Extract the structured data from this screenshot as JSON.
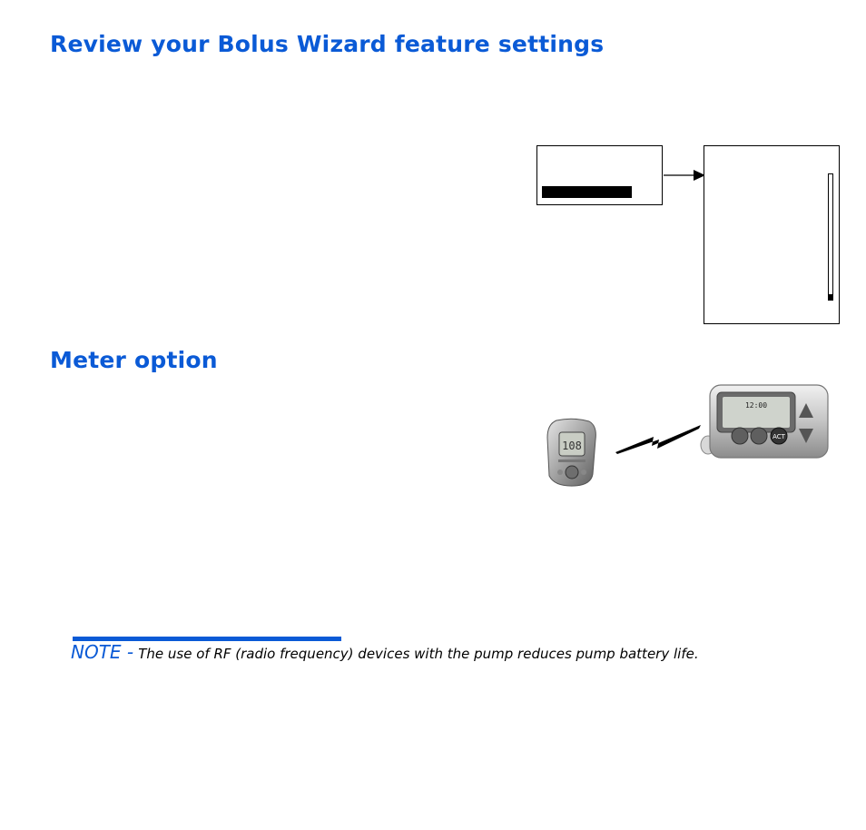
{
  "headings": {
    "bolus_wizard": "Review your Bolus Wizard feature settings",
    "meter_option": "Meter option"
  },
  "note": {
    "label": "NOTE -",
    "text": "The use of RF (radio frequency) devices with the pump reduces pump battery life."
  },
  "colors": {
    "heading_blue": "#0a5ad6",
    "text": "#000000"
  },
  "icons": {
    "meter": "glucose-meter-icon",
    "signal": "rf-signal-icon",
    "pump": "insulin-pump-icon"
  }
}
